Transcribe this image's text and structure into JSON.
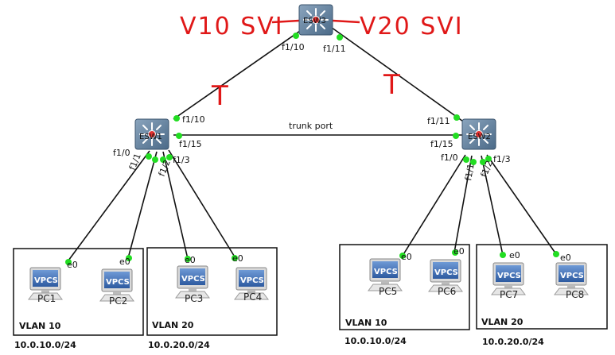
{
  "switches": {
    "esw3": {
      "name": "ESW3"
    },
    "esw1": {
      "name": "ESW1"
    },
    "esw2": {
      "name": "ESW2"
    }
  },
  "ports": {
    "esw3_f1_10": "f1/10",
    "esw3_f1_11": "f1/11",
    "esw1_f1_10": "f1/10",
    "esw1_f1_15": "f1/15",
    "esw1_f1_0": "f1/0",
    "esw1_f1_1": "f1/1",
    "esw1_f1_2": "f1/2",
    "esw1_f1_3": "f1/3",
    "esw2_f1_11": "f1/11",
    "esw2_f1_15": "f1/15",
    "esw2_f1_0": "f1/0",
    "esw2_f1_1": "f1/1",
    "esw2_f1_2": "f1/2",
    "esw2_f1_3": "f1/3",
    "pc_e0": "e0"
  },
  "links": {
    "trunk_label": "trunk port"
  },
  "annotations": {
    "left_svi": "V10 SVI",
    "right_svi": "V20 SVI",
    "trunk_mark_left": "T",
    "trunk_mark_right": "T"
  },
  "pcs": {
    "badge": "VPCS",
    "pc1": "PC1",
    "pc2": "PC2",
    "pc3": "PC3",
    "pc4": "PC4",
    "pc5": "PC5",
    "pc6": "PC6",
    "pc7": "PC7",
    "pc8": "PC8"
  },
  "vlans": {
    "box1": {
      "label": "VLAN 10",
      "subnet": "10.0.10.0/24"
    },
    "box2": {
      "label": "VLAN 20",
      "subnet": "10.0.20.0/24"
    },
    "box3": {
      "label": "VLAN 10",
      "subnet": "10.0.10.0/24"
    },
    "box4": {
      "label": "VLAN 20",
      "subnet": "10.0.20.0/24"
    }
  },
  "colors": {
    "switch_body": "#5d7d9a",
    "switch_hub": "#e03030",
    "port_dot": "#22dd22",
    "pc_screen": "#3e6fb6",
    "annotation": "#e01818"
  }
}
